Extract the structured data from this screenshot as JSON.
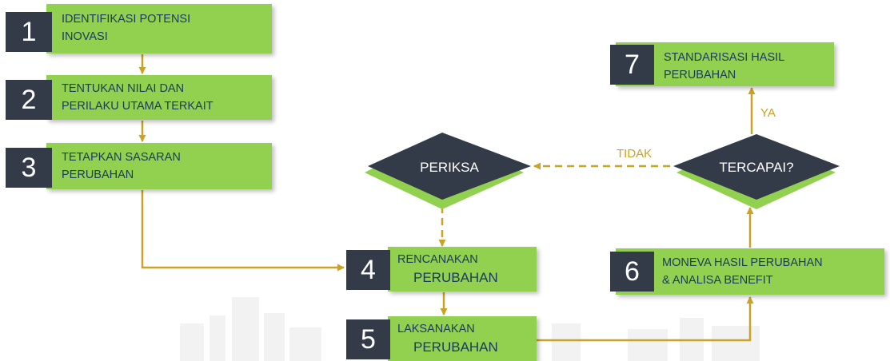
{
  "steps": [
    {
      "num": "1",
      "line1": "IDENTIFIKASI POTENSI",
      "line2": "INOVASI"
    },
    {
      "num": "2",
      "line1": "TENTUKAN NILAI DAN",
      "line2": "PERILAKU UTAMA TERKAIT"
    },
    {
      "num": "3",
      "line1": "TETAPKAN SASARAN",
      "line2": "PERUBAHAN"
    },
    {
      "num": "4",
      "line1": "RENCANAKAN",
      "line2": "PERUBAHAN"
    },
    {
      "num": "5",
      "line1": "LAKSANAKAN",
      "line2": "PERUBAHAN"
    },
    {
      "num": "6",
      "line1": "MONEVA HASIL PERUBAHAN",
      "line2": "& ANALISA BENEFIT"
    },
    {
      "num": "7",
      "line1": "STANDARISASI HASIL",
      "line2": "PERUBAHAN"
    }
  ],
  "decisions": {
    "periksa": "PERIKSA",
    "tercapai": "TERCAPAI?"
  },
  "arrow_labels": {
    "tidak": "TIDAK",
    "ya": "YA"
  },
  "colors": {
    "box_green": "#92d050",
    "number_dark": "#333a48",
    "text_navy": "#1a3b5c",
    "arrow_gold": "#c9a227"
  }
}
